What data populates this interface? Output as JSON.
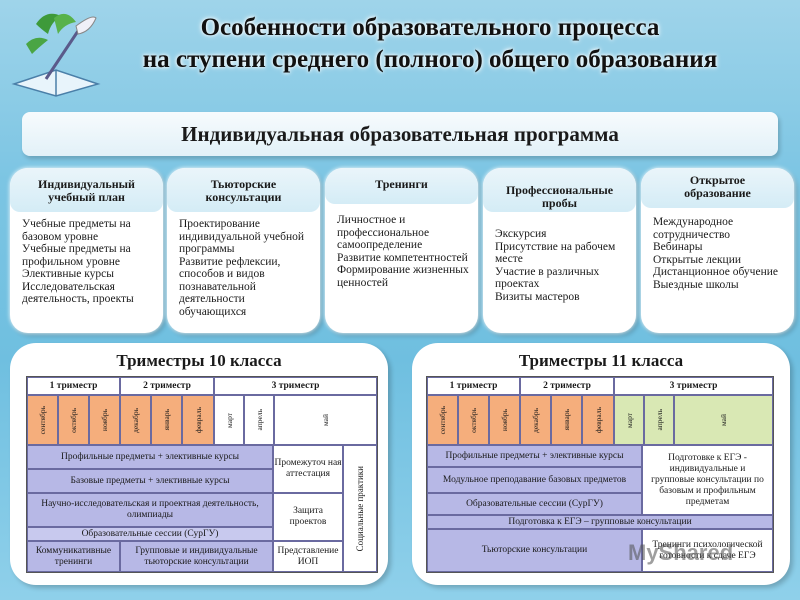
{
  "header": {
    "title_line1": "Особенности образовательного процесса",
    "title_line2": "на ступени среднего (полного) общего образования"
  },
  "banner": {
    "text": "Индивидуальная образовательная программа"
  },
  "cards": [
    {
      "title": "Индивидуальный учебный план",
      "lines": [
        "Учебные предметы на базовом уровне",
        " Учебные предметы на профильном уровне",
        " Элективные курсы",
        " Исследовательская деятельность, проекты"
      ]
    },
    {
      "title": "Тьюторские консультации",
      "lines": [
        "Проектирование индивидуальной учебной программы",
        "Развитие рефлексии, способов и видов познавательной деятельности обучающихся"
      ]
    },
    {
      "title": "Тренинги",
      "lines": [
        "Личностное и профессиональное самоопределение",
        "Развитие компетентностей",
        "Формирование жизненных ценностей"
      ]
    },
    {
      "title": "Профессиональные пробы",
      "lines": [
        "Экскурсия",
        "Присутствие на рабочем месте",
        "Участие в различных проектах",
        "Визиты мастеров"
      ]
    },
    {
      "title": "Открытое образование",
      "lines": [
        "Международное сотрудничество",
        "Вебинары",
        "Открытые лекции",
        "Дистанционное обучение",
        "Выездные школы"
      ]
    }
  ],
  "grade10": {
    "title": "Триместры 10 класса",
    "trimesters": [
      "1 триместр",
      "2 триместр",
      "3 триместр"
    ],
    "months": [
      "сентябрь",
      "октябрь",
      "ноябрь",
      "декабрь",
      "январь",
      "февраль",
      "март",
      "апрель",
      "май"
    ],
    "rows": {
      "profile": "Профильные предметы + элективные курсы",
      "base": "Базовые предметы + элективные курсы",
      "research": "Научно-исследовательская и проектная деятельность, олимпиады",
      "sessions": "Образовательные сессии (СурГУ)",
      "training": "Коммуникативные тренинги",
      "group": "Групповые и индивидуальные тьюторские консультации",
      "interim": "Промежуточ ная аттестация",
      "projects": "Защита проектов",
      "iop": "Представление ИОП",
      "social": "Социальные практики"
    }
  },
  "grade11": {
    "title": "Триместры 11 класса",
    "trimesters": [
      "1 триместр",
      "2 триместр",
      "3 триместр"
    ],
    "months": [
      "сентябрь",
      "октябрь",
      "ноябрь",
      "декабрь",
      "январь",
      "февраль",
      "март",
      "апрель",
      "май"
    ],
    "rows": {
      "profile": "Профильные предметы + элективные курсы",
      "modular": "Модульное преподавание базовых предметов",
      "sessions": "Образовательные сессии (СурГУ)",
      "ege_group": "Подготовка к ЕГЭ – групповые консультации",
      "tutor": "Тьюторские консультации",
      "ege_prep": "Подготовке к ЕГЭ - индивидуальные и групповые консультации по базовым и профильным предметам",
      "psych": "Тренинги психологической готовности к сдаче ЕГЭ"
    }
  },
  "watermark": "MyShared",
  "colors": {
    "background": "#7cc5e3",
    "orange": "#f5ae7c",
    "green": "#d9e8b4",
    "purple": "#b7b8e6"
  }
}
